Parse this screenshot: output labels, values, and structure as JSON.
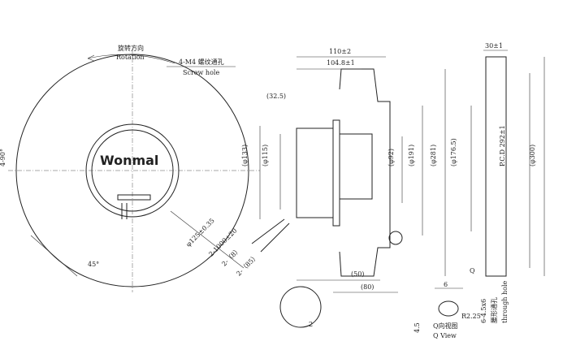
{
  "front_view": {
    "rotation_cn": "旋转方向",
    "rotation_en": "Rotation",
    "screw_cn": "4-M4 螺纹通孔",
    "screw_en": "Screw hole",
    "logo": "Wonmal",
    "angle_90": "4-90°",
    "angle_45": "45°",
    "dia_125": "φ125±0.35",
    "cable_len": "2-1000±20",
    "cable_8": "2-（8）",
    "cable_85": "2-（85）"
  },
  "side_view": {
    "d110": "110±2",
    "d104": "104.8±1",
    "d32": "(32.5)",
    "phi133": "(φ133)",
    "phi115": "(φ115)",
    "phi92": "(φ92)",
    "phi191": "(φ191)",
    "phi281": "(φ281)",
    "d50": "(50)",
    "d80": "(80)",
    "d2": "2"
  },
  "right_view": {
    "d30": "30±1",
    "phi176": "(φ176.5)",
    "pcd": "P.C.D 292±1",
    "phi300": "(φ300)",
    "q": "Q",
    "hole_spec": "6-4.5x6",
    "hole_cn": "腰形通孔",
    "hole_en": "through hole"
  },
  "q_view": {
    "d6": "6",
    "r": "R2.25",
    "d45": "4.5",
    "title_cn": "Q向视图",
    "title_en": "Q View"
  }
}
